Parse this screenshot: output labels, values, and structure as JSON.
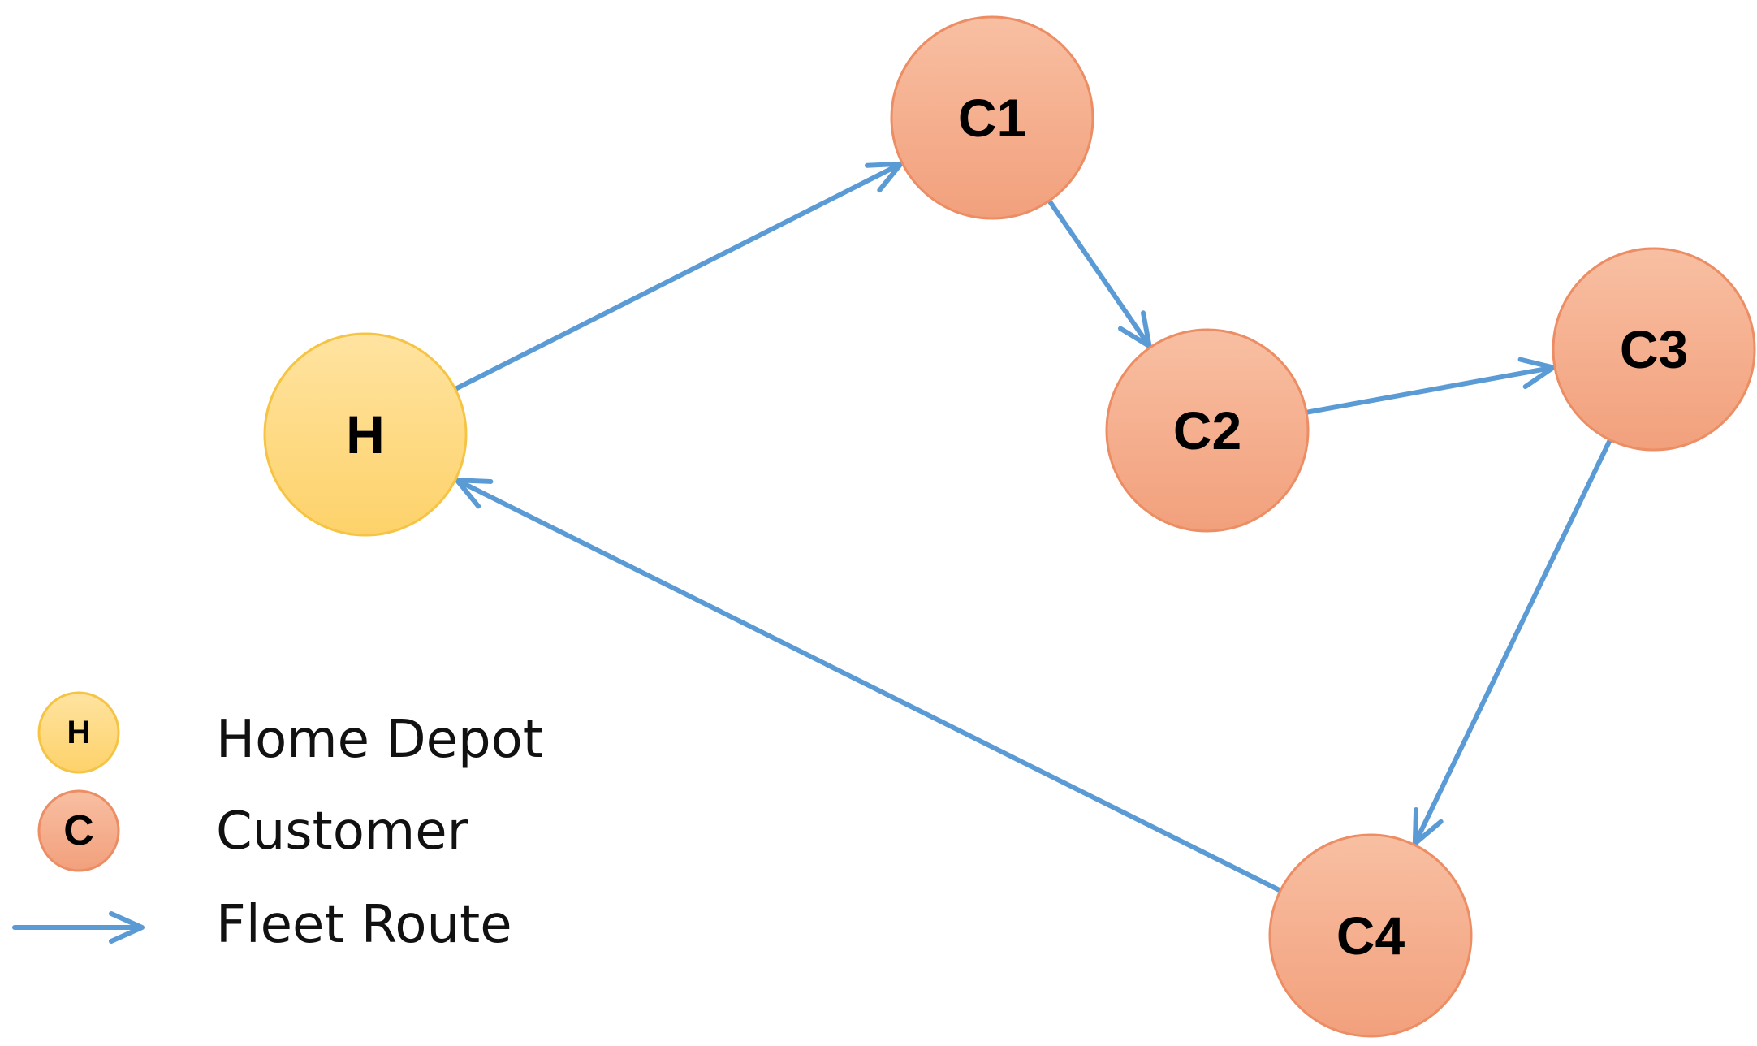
{
  "colors": {
    "depot_top": "#ffe3a0",
    "depot_bottom": "#fdd26a",
    "depot_stroke": "#f6c444",
    "customer_top": "#f8bfa2",
    "customer_bottom": "#f2a07c",
    "customer_stroke": "#ec8d64",
    "route": "#5b9bd5"
  },
  "nodes": [
    {
      "id": "H",
      "label": "H",
      "kind": "depot"
    },
    {
      "id": "C1",
      "label": "C1",
      "kind": "customer"
    },
    {
      "id": "C2",
      "label": "C2",
      "kind": "customer"
    },
    {
      "id": "C3",
      "label": "C3",
      "kind": "customer"
    },
    {
      "id": "C4",
      "label": "C4",
      "kind": "customer"
    }
  ],
  "route": [
    "H",
    "C1",
    "C2",
    "C3",
    "C4",
    "H"
  ],
  "legend": {
    "depot": {
      "symbol": "H",
      "label": "Home Depot"
    },
    "customer": {
      "symbol": "C",
      "label": "Customer"
    },
    "route": {
      "label": "Fleet Route",
      "icon": "arrow-right-icon"
    }
  }
}
